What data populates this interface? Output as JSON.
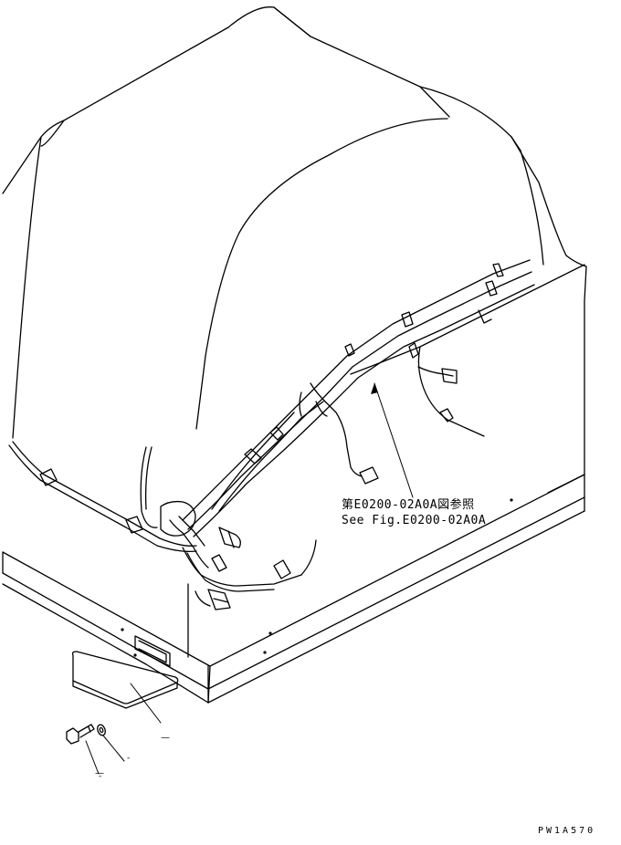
{
  "callout": {
    "line_jp": "第E0200-02A0A図参照",
    "line_en": "See Fig.E0200-02A0A"
  },
  "drawing_code": "PW1A570",
  "part_marks": {
    "mark_1": "—",
    "mark_2": "—",
    "mark_3": "-",
    "mark_4": "-"
  }
}
